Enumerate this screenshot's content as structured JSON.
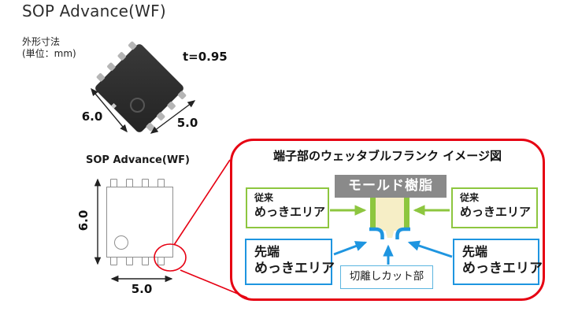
{
  "header": {
    "title": "SOP Advance(WF)",
    "dim_note_line1": "外形寸法",
    "dim_note_line2": "(単位：mm)"
  },
  "package_3d": {
    "thickness": "t=0.95",
    "width_mm": "6.0",
    "depth_mm": "5.0"
  },
  "package_2d": {
    "label": "SOP Advance(WF)",
    "height_mm": "6.0",
    "width_mm": "5.0"
  },
  "callout": {
    "title": "端子部のウェッタブルフランク イメージ図",
    "mold_resin": "モールド樹脂",
    "conventional_area_left": {
      "line1": "従来",
      "line2": "めっきエリア"
    },
    "conventional_area_right": {
      "line1": "従来",
      "line2": "めっきエリア"
    },
    "tip_area_left": {
      "line1": "先端",
      "line2": "めっきエリア"
    },
    "tip_area_right": {
      "line1": "先端",
      "line2": "めっきエリア"
    },
    "separation_cut": "切離しカット部"
  },
  "colors": {
    "accent_red": "#e60012",
    "plating_green": "#8dc63f",
    "plating_blue": "#1e95e0",
    "cut_box_blue": "#5bb5e0",
    "lead_cream": "#f6eec6",
    "mold_gray": "#8a8a8a"
  }
}
